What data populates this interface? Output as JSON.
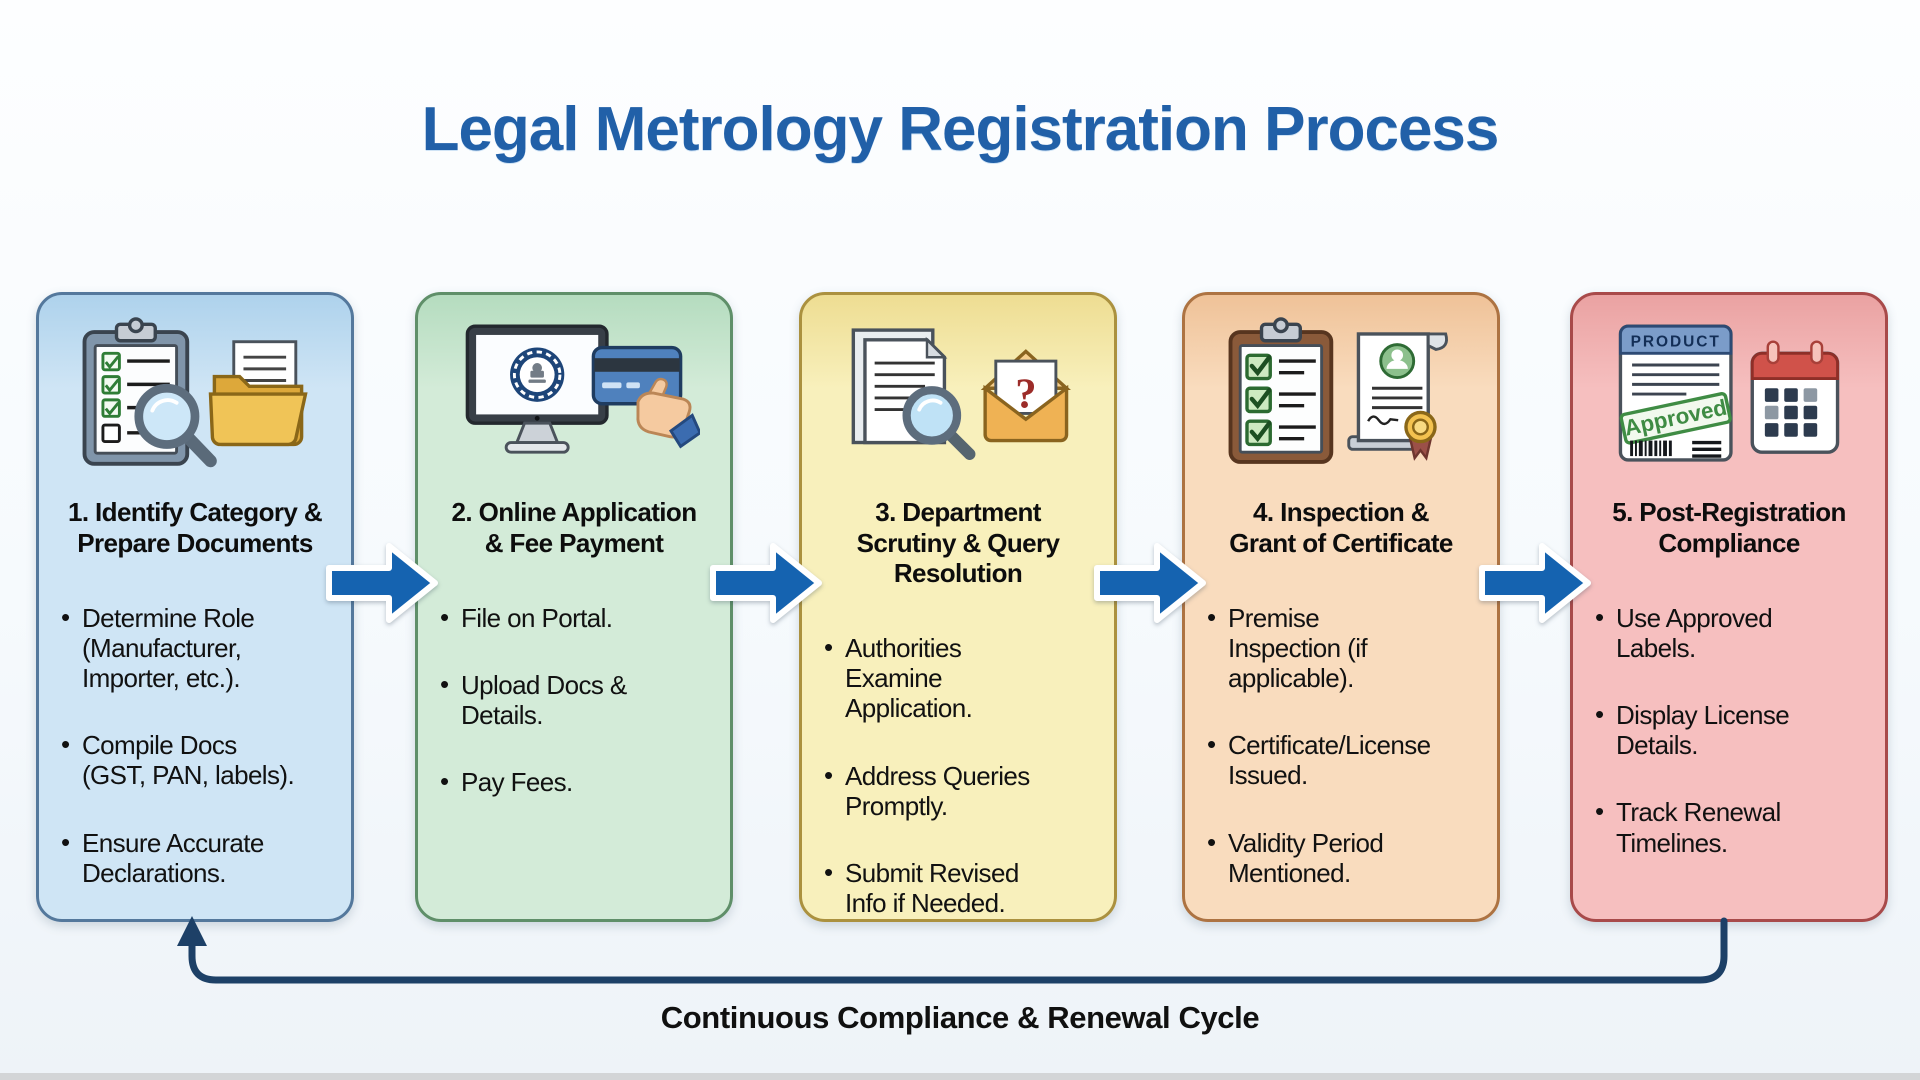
{
  "title": "Legal Metrology Registration Process",
  "footer_label": "Continuous Compliance & Renewal Cycle",
  "colors": {
    "title_text": "#2160a8",
    "arrow_fill": "#1563b0",
    "loop_line": "#1d4067",
    "background_top": "#fdfeff",
    "background_bottom": "#eef3f8",
    "bottom_strip": "#d3d5d7"
  },
  "steps": [
    {
      "heading": "1. Identify Category &\nPrepare Documents",
      "bullets": [
        "Determine Role\n(Manufacturer,\nImporter, etc.).",
        "Compile Docs\n(GST, PAN, labels).",
        "Ensure Accurate\nDeclarations."
      ],
      "icons": [
        "checklist-magnifier-icon",
        "folder-documents-icon"
      ],
      "colors": {
        "bg": "#cfe5f5",
        "top": "#aed2ec",
        "border": "#54789c"
      }
    },
    {
      "heading": "2. Online Application\n& Fee Payment",
      "bullets": [
        "File on Portal.",
        "Upload Docs &\nDetails.",
        "Pay Fees."
      ],
      "icons": [
        "portal-monitor-icon",
        "fee-payment-hand-icon"
      ],
      "colors": {
        "bg": "#d3ebd8",
        "top": "#b5dcbf",
        "border": "#5f8f69"
      }
    },
    {
      "heading": "3. Department\nScrutiny & Query\nResolution",
      "bullets": [
        "Authorities\nExamine\nApplication.",
        "Address Queries\nPromptly.",
        "Submit Revised\nInfo if Needed."
      ],
      "icons": [
        "document-scrutiny-icon",
        "query-envelope-icon"
      ],
      "icon_texts": {
        "query_mark": "?"
      },
      "colors": {
        "bg": "#f8f0bc",
        "top": "#eedd92",
        "border": "#ab913f"
      }
    },
    {
      "heading": "4. Inspection &\nGrant of Certificate",
      "bullets": [
        "Premise\nInspection (if\napplicable).",
        "Certificate/License\nIssued.",
        "Validity Period\nMentioned."
      ],
      "icons": [
        "inspection-checklist-icon",
        "certificate-icon"
      ],
      "colors": {
        "bg": "#f9dcbe",
        "top": "#efc298",
        "border": "#ad7342"
      }
    },
    {
      "heading": "5. Post-Registration\nCompliance",
      "bullets": [
        "Use Approved\nLabels.",
        "Display License\nDetails.",
        "Track Renewal\nTimelines."
      ],
      "icons": [
        "approved-product-label-icon",
        "renewal-calendar-icon"
      ],
      "icon_texts": {
        "label_header": "PRODUCT",
        "approved_stamp": "Approved"
      },
      "colors": {
        "bg": "#f6bfbf",
        "top": "#eaa2a2",
        "border": "#a84a4a"
      }
    }
  ]
}
